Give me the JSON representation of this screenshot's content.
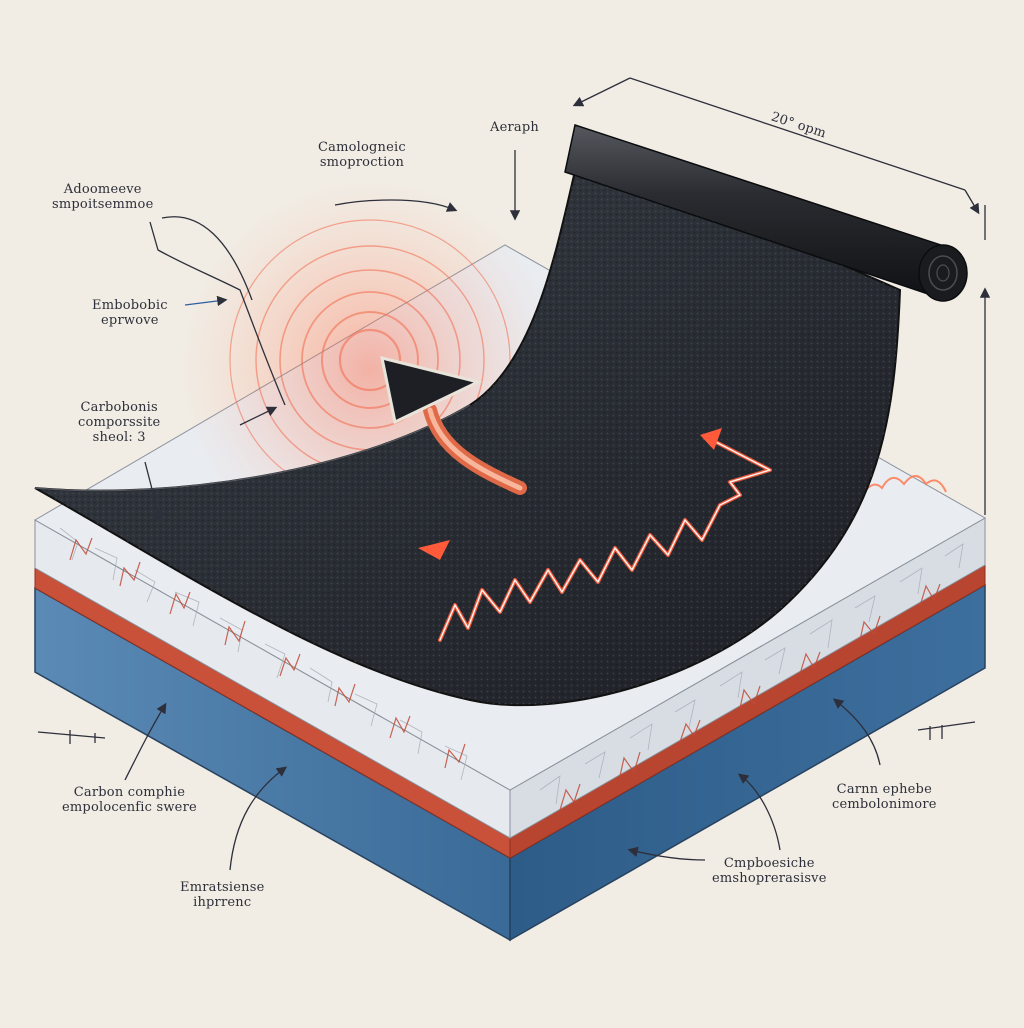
{
  "labels": {
    "cmo_top": {
      "line1": "Camologneic",
      "line2": "smoproction"
    },
    "aeraph": {
      "line1": "Aeraph"
    },
    "dim": {
      "line1": "20° opm"
    },
    "adoc": {
      "line1": "Adoomeeve",
      "line2": "smpoitsemmoe"
    },
    "emb": {
      "line1": "Embobobic",
      "line2": "eprwove"
    },
    "carbonic": {
      "line1": "Carbobonis",
      "line2": "comporssite",
      "line3": "sheol: 3"
    },
    "carbon_left": {
      "line1": "Carbon comphie",
      "line2": "empolocenfic swere"
    },
    "emrat": {
      "line1": "Emratsiense",
      "line2": "ihprrenc"
    },
    "right_upper": {
      "line1": "Carnn ephebe",
      "line2": "cembolonimore"
    },
    "right_lower": {
      "line1": "Cmpboesiche",
      "line2": "emshoprerasisve"
    }
  },
  "colors": {
    "background": "#f1ece4",
    "sheet": "#2b2f36",
    "roller": "#1d1f24",
    "glow": "#ff7a55",
    "insulation": "#dfe5ec",
    "red_layer": "#c84b32",
    "base_blue": "#3e6e9b"
  }
}
